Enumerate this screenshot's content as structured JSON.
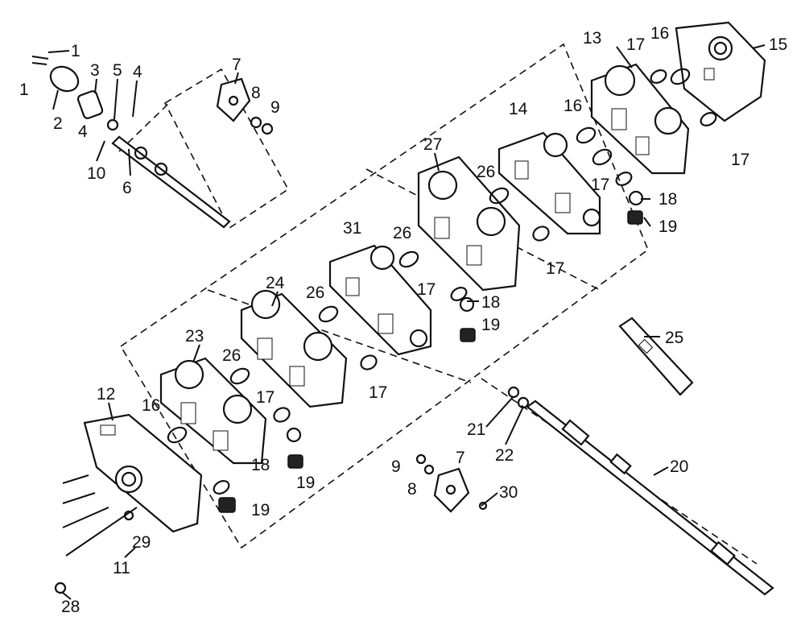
{
  "callouts": [
    {
      "id": "c1a",
      "text": "1"
    },
    {
      "id": "c1b",
      "text": "1"
    },
    {
      "id": "c2",
      "text": "2"
    },
    {
      "id": "c3",
      "text": "3"
    },
    {
      "id": "c5",
      "text": "5"
    },
    {
      "id": "c4a",
      "text": "4"
    },
    {
      "id": "c4b",
      "text": "4"
    },
    {
      "id": "c10",
      "text": "10"
    },
    {
      "id": "c6",
      "text": "6"
    },
    {
      "id": "c7a",
      "text": "7"
    },
    {
      "id": "c8a",
      "text": "8"
    },
    {
      "id": "c9a",
      "text": "9"
    },
    {
      "id": "c13",
      "text": "13"
    },
    {
      "id": "c17a",
      "text": "17"
    },
    {
      "id": "c16a",
      "text": "16"
    },
    {
      "id": "c15",
      "text": "15"
    },
    {
      "id": "c17b",
      "text": "17"
    },
    {
      "id": "c14",
      "text": "14"
    },
    {
      "id": "c16b",
      "text": "16"
    },
    {
      "id": "c17c",
      "text": "17"
    },
    {
      "id": "c18a",
      "text": "18"
    },
    {
      "id": "c19a",
      "text": "19"
    },
    {
      "id": "c27",
      "text": "27"
    },
    {
      "id": "c26a",
      "text": "26"
    },
    {
      "id": "c17d",
      "text": "17"
    },
    {
      "id": "c31",
      "text": "31"
    },
    {
      "id": "c26b",
      "text": "26"
    },
    {
      "id": "c17e",
      "text": "17"
    },
    {
      "id": "c18b",
      "text": "18"
    },
    {
      "id": "c19b",
      "text": "19"
    },
    {
      "id": "c26c",
      "text": "26"
    },
    {
      "id": "c24",
      "text": "24"
    },
    {
      "id": "c25",
      "text": "25"
    },
    {
      "id": "c23",
      "text": "23"
    },
    {
      "id": "c26d",
      "text": "26"
    },
    {
      "id": "c17f",
      "text": "17"
    },
    {
      "id": "c17g",
      "text": "17"
    },
    {
      "id": "c12",
      "text": "12"
    },
    {
      "id": "c16c",
      "text": "16"
    },
    {
      "id": "c21",
      "text": "21"
    },
    {
      "id": "c22",
      "text": "22"
    },
    {
      "id": "c20",
      "text": "20"
    },
    {
      "id": "c18c",
      "text": "18"
    },
    {
      "id": "c19c",
      "text": "19"
    },
    {
      "id": "c9b",
      "text": "9"
    },
    {
      "id": "c7b",
      "text": "7"
    },
    {
      "id": "c8b",
      "text": "8"
    },
    {
      "id": "c30",
      "text": "30"
    },
    {
      "id": "c29",
      "text": "29"
    },
    {
      "id": "c19d",
      "text": "19"
    },
    {
      "id": "c11",
      "text": "11"
    },
    {
      "id": "c28",
      "text": "28"
    }
  ]
}
